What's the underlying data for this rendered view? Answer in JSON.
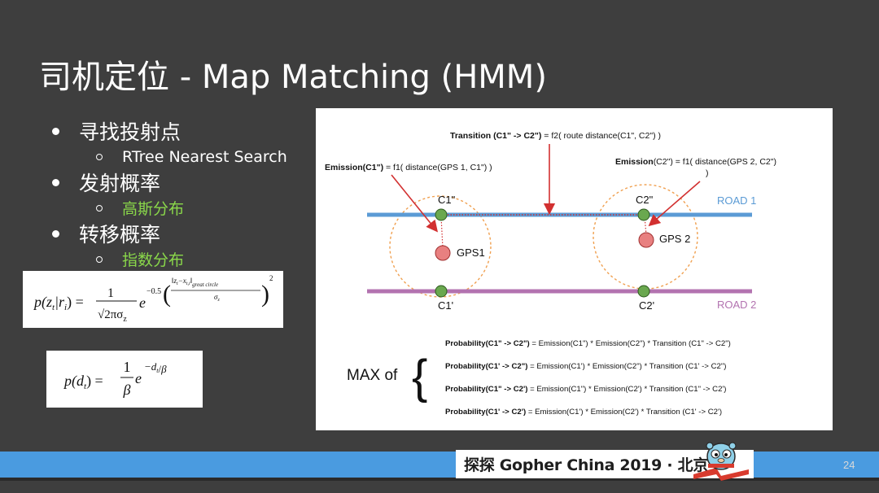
{
  "slide": {
    "title": "司机定位 - Map Matching (HMM)",
    "page_number": "24"
  },
  "bullets": [
    {
      "label": "寻找投射点",
      "sub": "RTree Nearest Search",
      "sub_color": "#ffffff"
    },
    {
      "label": "发射概率",
      "sub": "高斯分布",
      "sub_color": "#8ad84a"
    },
    {
      "label": "转移概率",
      "sub": "指数分布",
      "sub_color": "#8ad84a"
    }
  ],
  "formula1": {
    "lhs": "p(z",
    "lhs_sub_t": "t",
    "lhs_bar": "|r",
    "lhs_sub_i": "i",
    "lhs_close": ") =",
    "numerator": "1",
    "denominator": "√2πσ",
    "denom_sub": "z",
    "e": "e",
    "exp_coef": "−0.5",
    "exp_num": "‖z",
    "exp_num_t": "t",
    "exp_num_x": "−x",
    "exp_num_ti": "t,i",
    "exp_num_close": "‖",
    "exp_norm_sub": "great circle",
    "exp_den": "σ",
    "exp_den_sub": "z",
    "power": "2"
  },
  "formula2": {
    "lhs": "p(d",
    "lhs_sub": "t",
    "lhs_close": ") =",
    "numerator": "1",
    "denominator": "β",
    "e": "e",
    "exp": "−d",
    "exp_sub": "t",
    "exp_slash": "/",
    "exp_beta": "β"
  },
  "diagram": {
    "transition_label_bold": "Transition (C1\" -> C2\")",
    "transition_label_rest": " = f2( route distance(C1\", C2\") )",
    "emission1_bold": "Emission(C1\")",
    "emission1_rest": " = f1( distance(GPS 1, C1\") )",
    "emission2_bold": "Emission",
    "emission2_rest": "(C2\") = f1( distance(GPS 2, C2\")",
    "emission2_close": ")",
    "road1": "ROAD 1",
    "road2": "ROAD 2",
    "road1_color": "#5b9bd5",
    "road2_color": "#b373b0",
    "c1_top": "C1\"",
    "c2_top": "C2\"",
    "c1_bottom": "C1'",
    "c2_bottom": "C2'",
    "gps1": "GPS1",
    "gps2": "GPS 2",
    "max_of": "MAX of",
    "brace": "{",
    "probabilities": [
      {
        "bold": "Probability(C1\" -> C2\")",
        "rest": " = Emission(C1\") * Emission(C2\") * Transition (C1\" -> C2\")"
      },
      {
        "bold": "Probability(C1' -> C2\")",
        "rest": " = Emission(C1') * Emission(C2\") * Transition (C1' -> C2\")"
      },
      {
        "bold": "Probability(C1\" -> C2')",
        "rest": " = Emission(C1\") * Emission(C2') * Transition (C1\" -> C2')"
      },
      {
        "bold": "Probability(C1' -> C2')",
        "rest": " = Emission(C1') * Emission(C2') * Transition (C1' -> C2')"
      }
    ]
  },
  "footer": {
    "banner_text": "探探 Gopher China 2019 · 北京",
    "bar_color": "#4a9be0"
  }
}
